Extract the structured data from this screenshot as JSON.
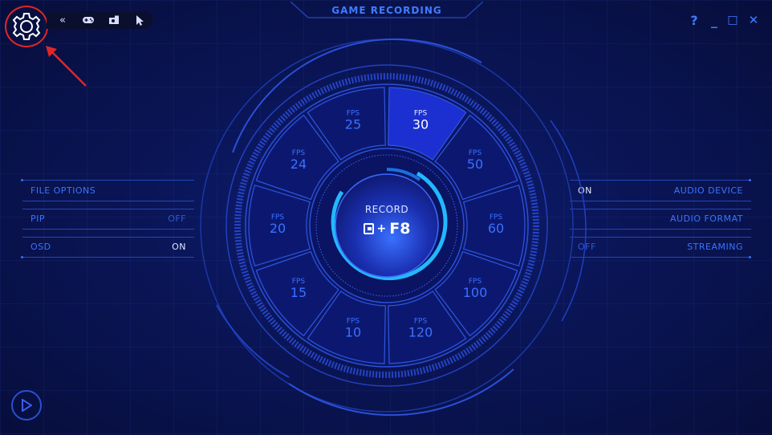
{
  "title": "GAME RECORDING",
  "window_controls": {
    "help": "?",
    "minimize": "_",
    "maximize": "□",
    "close": "✕"
  },
  "toolbar": {
    "collapse": "«",
    "icons": [
      "gamepad-icon",
      "camera-icon",
      "cursor-icon"
    ]
  },
  "left_options": [
    {
      "label": "FILE OPTIONS",
      "value": ""
    },
    {
      "label": "PIP",
      "value": "OFF"
    },
    {
      "label": "OSD",
      "value": "ON"
    }
  ],
  "right_options": [
    {
      "label": "AUDIO DEVICE",
      "value": "ON"
    },
    {
      "label": "AUDIO FORMAT",
      "value": ""
    },
    {
      "label": "STREAMING",
      "value": "OFF"
    }
  ],
  "fps_caption": "FPS",
  "fps_options": [
    "30",
    "50",
    "60",
    "100",
    "120",
    "10",
    "15",
    "20",
    "24",
    "25"
  ],
  "fps_selected": "30",
  "record": {
    "label": "RECORD",
    "hotkey_plus": "+",
    "hotkey_key": "F8"
  },
  "colors": {
    "accent": "#3f7cff",
    "highlight": "#e02626",
    "selected_segment": "#1c2fd0",
    "ring_glow": "#22b8ff"
  }
}
